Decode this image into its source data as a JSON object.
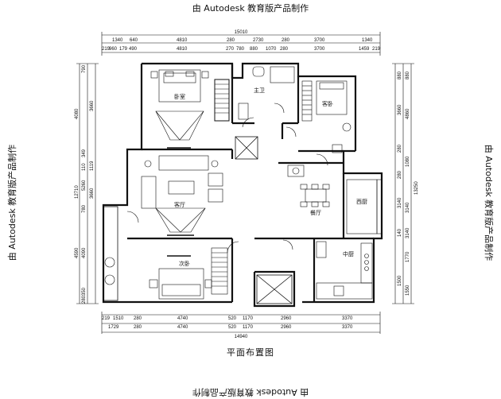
{
  "watermarks": {
    "top": "由 Autodesk 教育版产品制作",
    "bottom": "由 Autodesk 教育版产品制作",
    "left": "由 Autodesk 教育版产品制作",
    "right": "由 Autodesk 教育版产品制作"
  },
  "caption": "平面布置图",
  "dims": {
    "top_total": "15010",
    "top_row1": [
      "1340",
      "640",
      "4810",
      "280",
      "2730",
      "280",
      "3700",
      "1340"
    ],
    "top_row2": [
      "219",
      "960",
      "179",
      "490",
      "4810",
      "270",
      "780",
      "880",
      "1070",
      "280",
      "3700",
      "1459",
      "219"
    ],
    "bottom_row1": [
      "219",
      "1510",
      "280",
      "4740",
      "520",
      "1170",
      "2960",
      "3370"
    ],
    "bottom_row2": [
      "1729",
      "280",
      "4740",
      "520",
      "1170",
      "2960",
      "3370"
    ],
    "bottom_total": "14940",
    "left_total": "12710",
    "left_parts": [
      "790",
      "4080",
      "3660",
      "349",
      "110",
      "1119",
      "5260",
      "3660",
      "780",
      "4590",
      "4090",
      "350",
      "280"
    ],
    "right_total": "13250",
    "right_parts": [
      "880",
      "3660",
      "4860",
      "280",
      "1080",
      "280",
      "3140",
      "3140",
      "140",
      "3140",
      "1770",
      "1500",
      "1550"
    ]
  },
  "rooms": {
    "master_bed": "卧室",
    "master_bath": "主卫",
    "guest_bed": "客卧",
    "living": "客厅",
    "dining": "餐厅",
    "west_kitchen": "西厨",
    "kitchen": "中厨",
    "second_bed": "次卧"
  }
}
